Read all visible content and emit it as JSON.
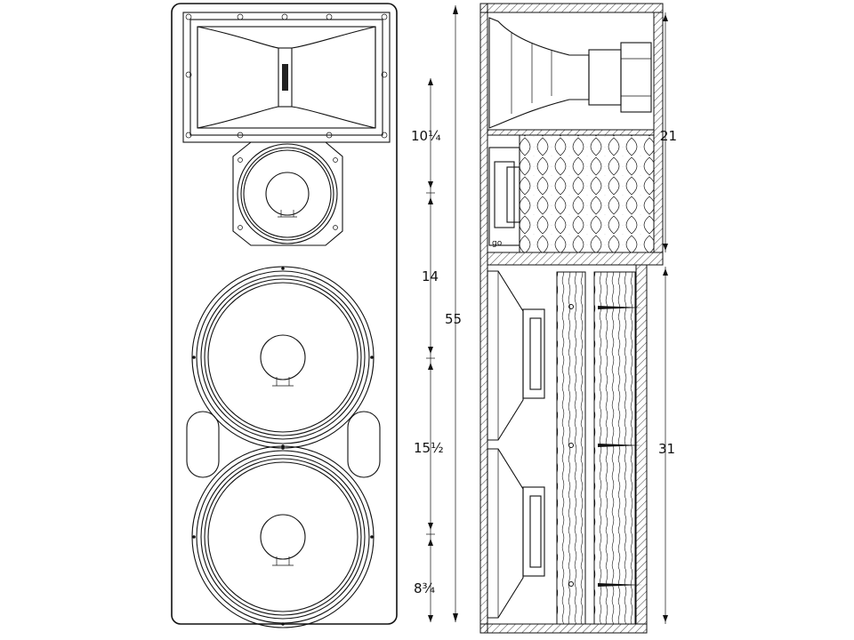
{
  "diagram": {
    "front_dimensions": [
      {
        "id": "horn-height",
        "label": "10¼"
      },
      {
        "id": "mid-height",
        "label": "14"
      },
      {
        "id": "woofer-height",
        "label": "15½"
      },
      {
        "id": "bottom-height",
        "label": "8¾"
      }
    ],
    "overall_dimension": {
      "label": "55"
    },
    "side_dimensions": [
      {
        "id": "upper-depth",
        "label": "21"
      },
      {
        "id": "lower-depth",
        "label": "31"
      }
    ]
  }
}
